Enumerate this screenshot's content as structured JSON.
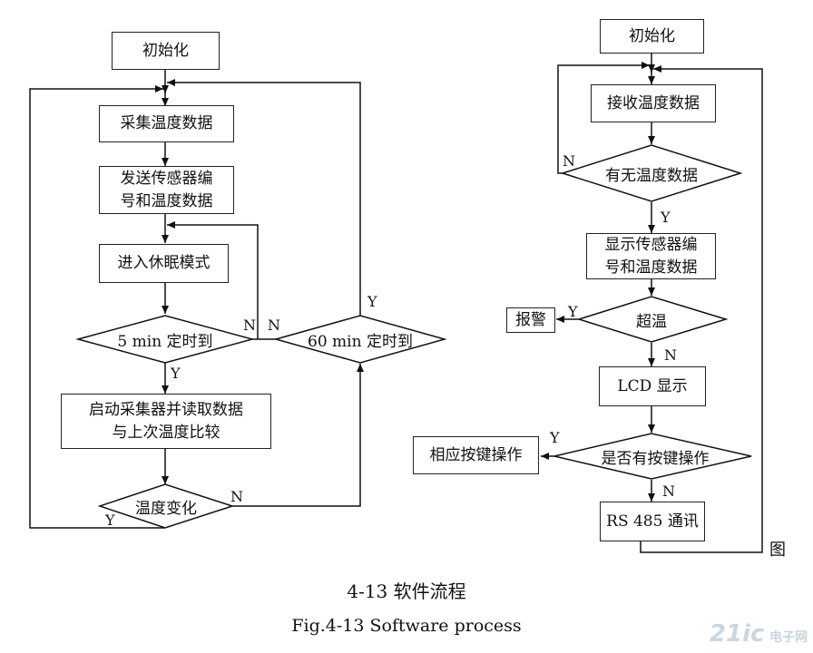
{
  "left_flow": {
    "init": "初始化",
    "collect": "采集温度数据",
    "send": "发送传感器编\n号和温度数据",
    "sleep": "进入休眠模式",
    "timer5": "5 min   定时到",
    "timer60": "60 min  定时到",
    "start_compare": "启动采集器并读取数据\n与上次温度比较",
    "temp_change": "温度变化"
  },
  "right_flow": {
    "init": "初始化",
    "receive": "接收温度数据",
    "has_data": "有无温度数据",
    "display_sensor": "显示传感器编\n号和温度数据",
    "over_temp": "超温",
    "alarm": "报警",
    "lcd": "LCD  显示",
    "has_key": "是否有按键操作",
    "key_action": "相应按键操作",
    "rs485": "RS 485 通讯"
  },
  "labels": {
    "y": "Y",
    "n": "N",
    "fig_mark": "图"
  },
  "caption": {
    "cn": "4-13 软件流程",
    "en": "Fig.4-13 Software process"
  },
  "watermark": {
    "brand": "21ic",
    "cn": "电子网"
  }
}
